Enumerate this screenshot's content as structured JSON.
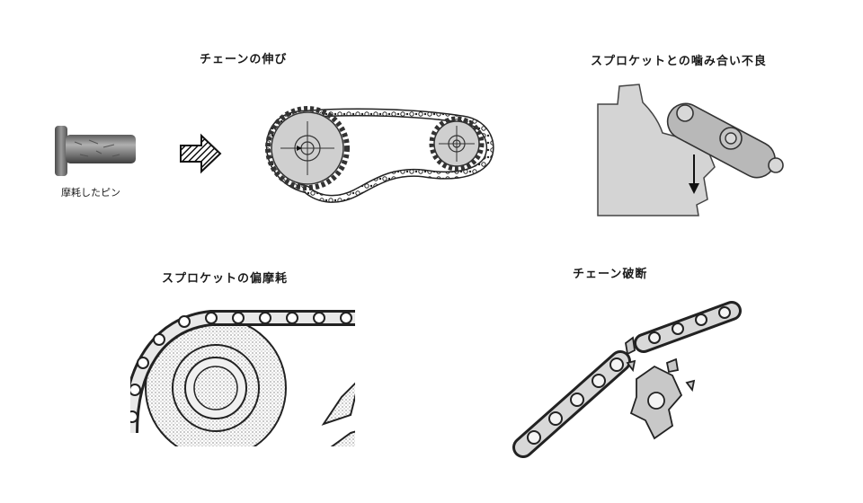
{
  "panels": {
    "elongation": {
      "title": "チェーンの伸び",
      "pin_caption": "摩耗したピン"
    },
    "meshing": {
      "title": "スプロケットとの噛み合い不良"
    },
    "wear": {
      "title": "スプロケットの偏摩耗"
    },
    "breakage": {
      "title": "チェーン破断"
    }
  },
  "colors": {
    "ink": "#1a1a1a",
    "gear_fill": "#d4d4d4",
    "chain_plate": "#b8b8b8",
    "pin_metal": "#8a8a8a"
  },
  "icons": [
    "worn-pin-image",
    "right-arrow-icon",
    "chain-drive-diagram",
    "sprocket-chain-mesh-diagram",
    "worn-sprocket-illustration",
    "broken-chain-illustration"
  ]
}
